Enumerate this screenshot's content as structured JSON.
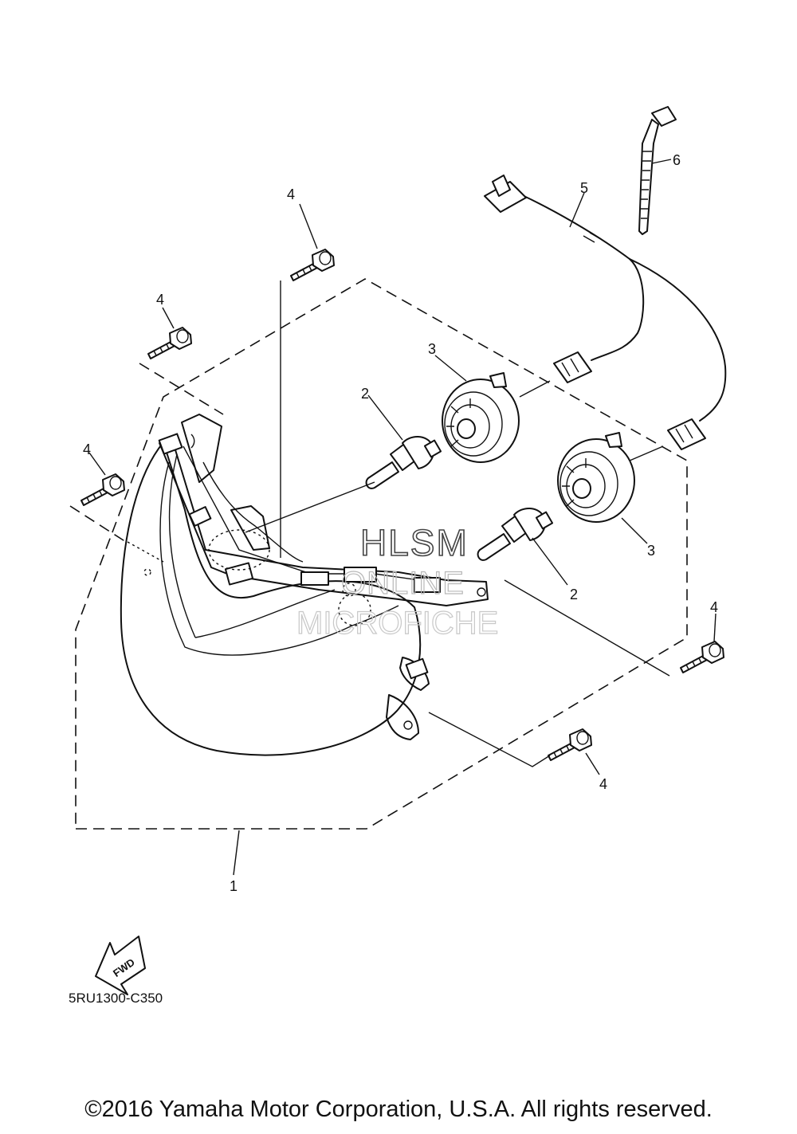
{
  "diagram": {
    "callouts": {
      "headlight": "1",
      "bulb_left": "2",
      "bulb_right": "2",
      "socket_left": "3",
      "socket_right": "3",
      "bolt_top": "4",
      "bolt_upper_left": "4",
      "bolt_left": "4",
      "bolt_right": "4",
      "bolt_bottom": "4",
      "wire_harness": "5",
      "cable_tie": "6"
    },
    "fwd_label": "FWD",
    "part_code": "5RU1300-C350",
    "watermark": {
      "line1": "HLSM",
      "line2": "ONLINE",
      "line3": "MICROFICHE"
    }
  },
  "footer": {
    "copyright": "©2016 Yamaha Motor Corporation, U.S.A. All rights reserved."
  }
}
